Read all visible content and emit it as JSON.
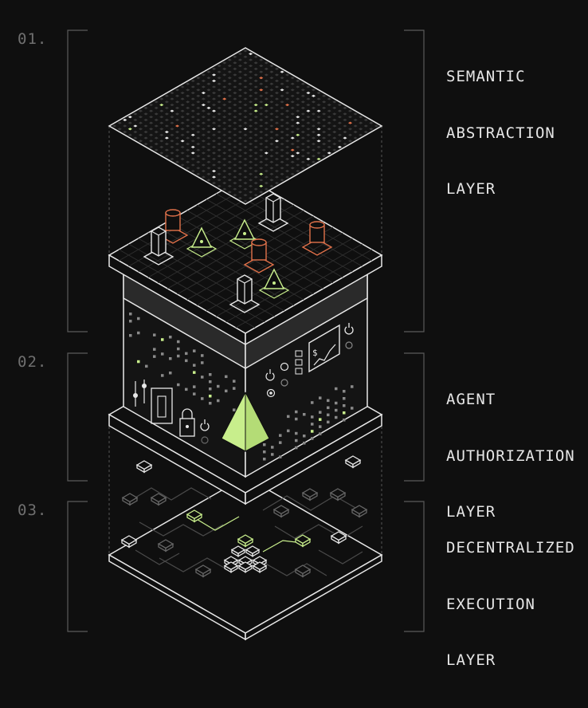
{
  "layers": [
    {
      "number": "01.",
      "title_lines": [
        "SEMANTIC",
        "ABSTRACTION",
        "LAYER"
      ]
    },
    {
      "number": "02.",
      "title_lines": [
        "AGENT",
        "AUTHORIZATION",
        "LAYER"
      ]
    },
    {
      "number": "03.",
      "title_lines": [
        "DECENTRALIZED",
        "EXECUTION",
        "LAYER"
      ]
    }
  ],
  "colors": {
    "background": "#0f0f0f",
    "line": "#e8e8e8",
    "dim_line": "#4a4a4a",
    "accent_green": "#c8ee8c",
    "accent_orange": "#e0714a",
    "number_text": "#6f6f6f"
  },
  "icons": [
    "dollar-sign",
    "line-chart",
    "lock-icon",
    "power-icon",
    "cube-icon",
    "cylinder-icon",
    "pyramid-icon"
  ],
  "monitor": {
    "currency_symbol": "$"
  }
}
